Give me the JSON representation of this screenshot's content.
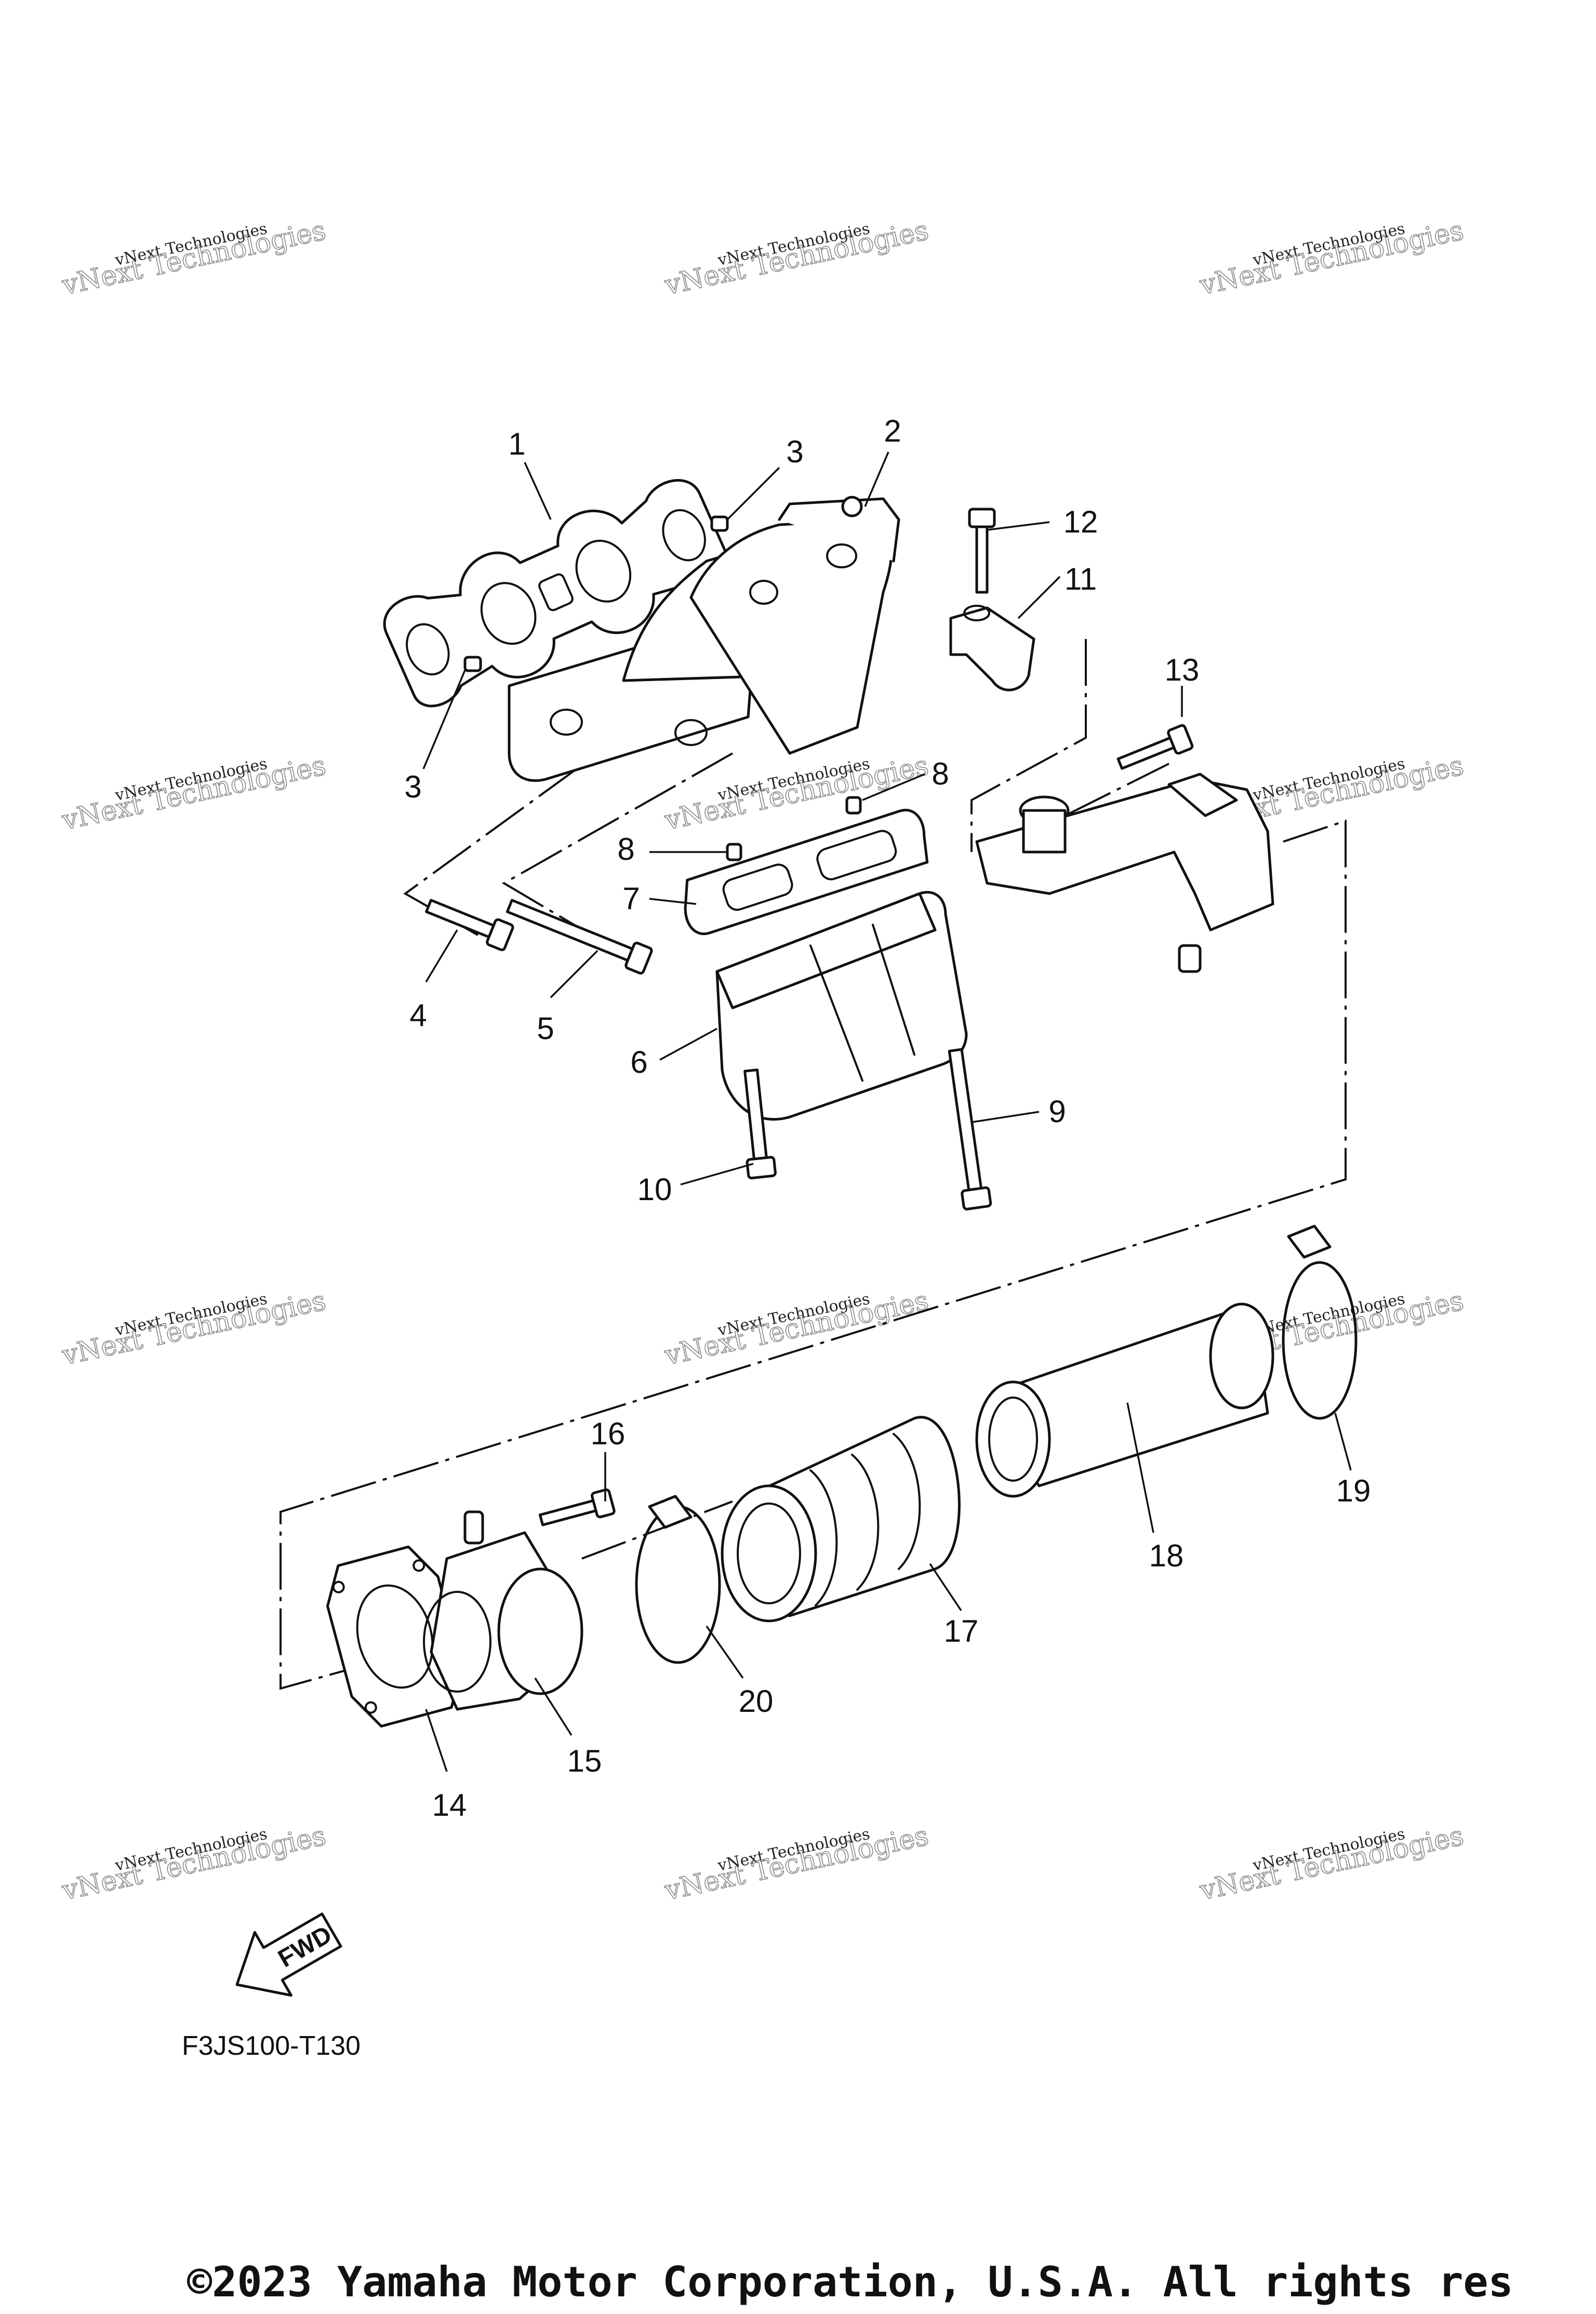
{
  "callouts": [
    "1",
    "2",
    "3",
    "3",
    "4",
    "5",
    "6",
    "7",
    "8",
    "8",
    "9",
    "10",
    "11",
    "12",
    "13",
    "14",
    "15",
    "16",
    "17",
    "18",
    "19",
    "20"
  ],
  "watermark": {
    "line1": "vNext Technologies",
    "line2": "vNext Technologies"
  },
  "fwd_label": "FWD",
  "diagram_code": "F3JS100-T130",
  "copyright": "©2023 Yamaha Motor Corporation, U.S.A. All rights res"
}
